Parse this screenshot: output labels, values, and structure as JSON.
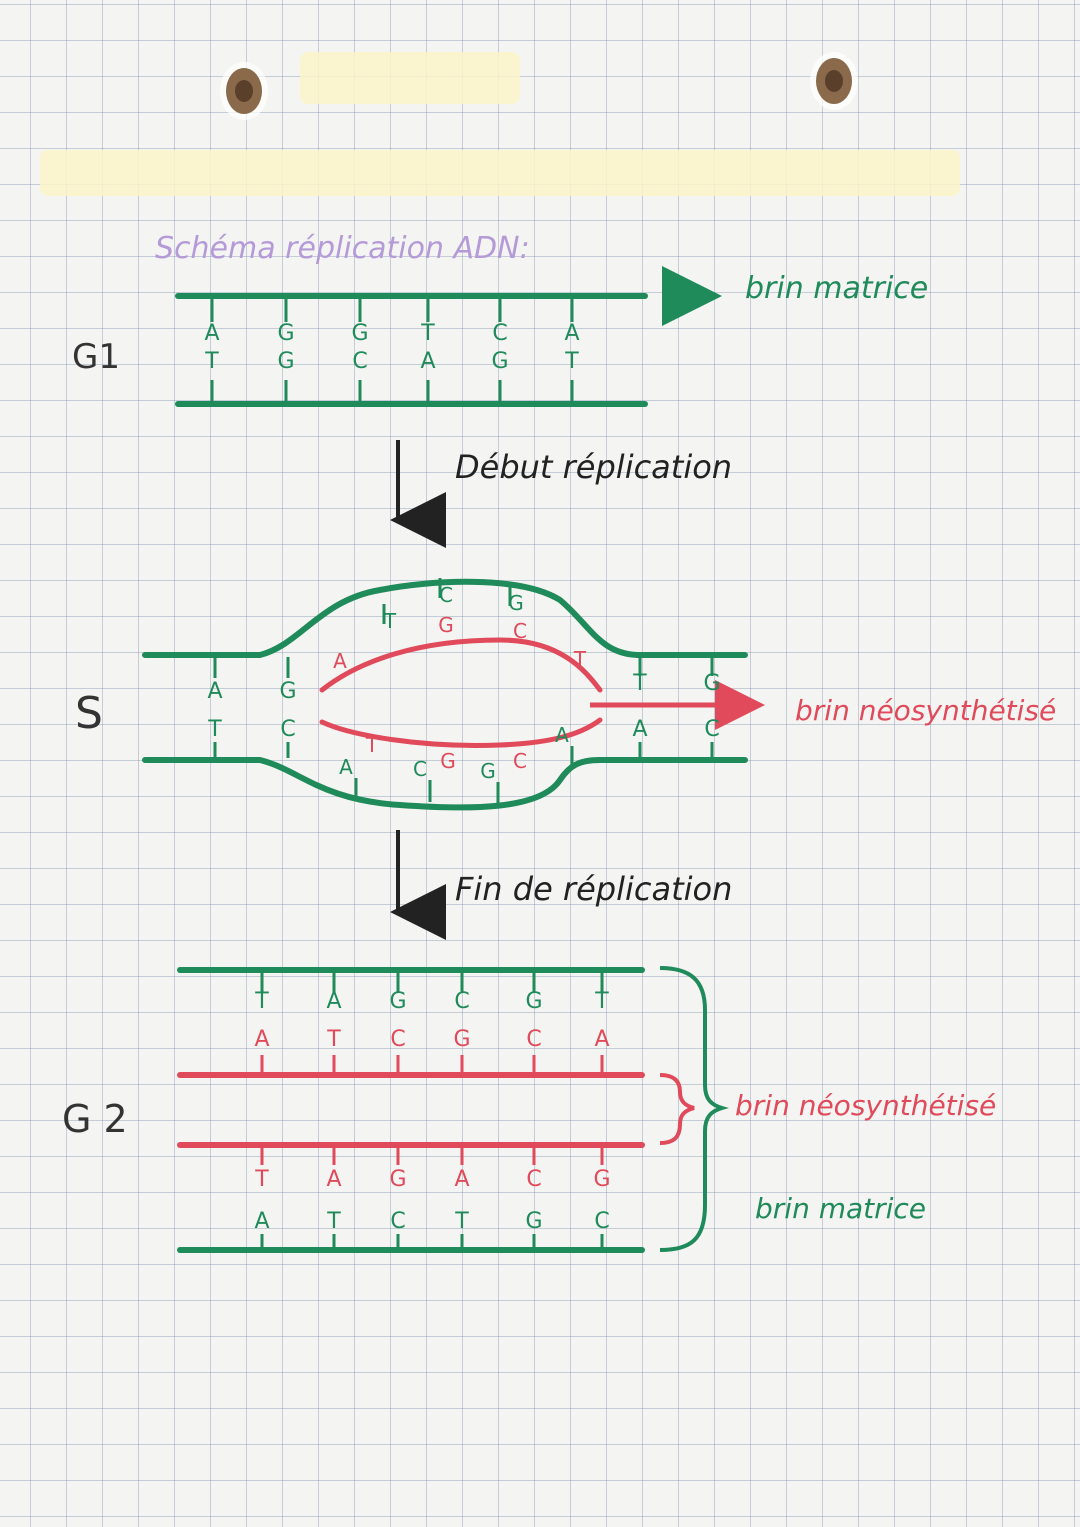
{
  "title": "Schéma réplication ADN:",
  "phases": {
    "g1": "G1",
    "s": "S",
    "g2": "G 2"
  },
  "labels": {
    "template_strand": "brin matrice",
    "new_strand_s": "brin néosynthétisé",
    "new_strand_g2": "brin néosynthétisé",
    "template_strand_g2": "brin matrice",
    "start": "Début réplication",
    "end": "Fin de réplication"
  },
  "g1_top_bases": [
    "A",
    "G",
    "G",
    "T",
    "C",
    "A"
  ],
  "g1_bottom_bases": [
    "T",
    "G",
    "C",
    "A",
    "G",
    "T"
  ],
  "s_left_top": [
    "A",
    "G"
  ],
  "s_left_bottom": [
    "T",
    "C"
  ],
  "s_bubble_top_outer": [
    "T",
    "C",
    "G"
  ],
  "s_bubble_top_inner": [
    "A",
    "G",
    "C",
    "T"
  ],
  "s_bubble_bottom_inner": [
    "T",
    "G",
    "C"
  ],
  "s_bubble_bottom_outer": [
    "A",
    "C",
    "G",
    "A"
  ],
  "s_right_top": [
    "T",
    "G"
  ],
  "s_right_bottom": [
    "A",
    "C"
  ],
  "g2_row1_template": [
    "T",
    "A",
    "G",
    "C",
    "G",
    "T"
  ],
  "g2_row2_new": [
    "A",
    "T",
    "C",
    "G",
    "C",
    "A"
  ],
  "g2_row3_new": [
    "T",
    "A",
    "G",
    "A",
    "C",
    "G"
  ],
  "g2_row4_template": [
    "A",
    "T",
    "C",
    "T",
    "G",
    "C"
  ],
  "colors": {
    "template": "#1f8a5a",
    "new": "#e04a5a",
    "title": "#b59ad8",
    "ink": "#222222"
  }
}
